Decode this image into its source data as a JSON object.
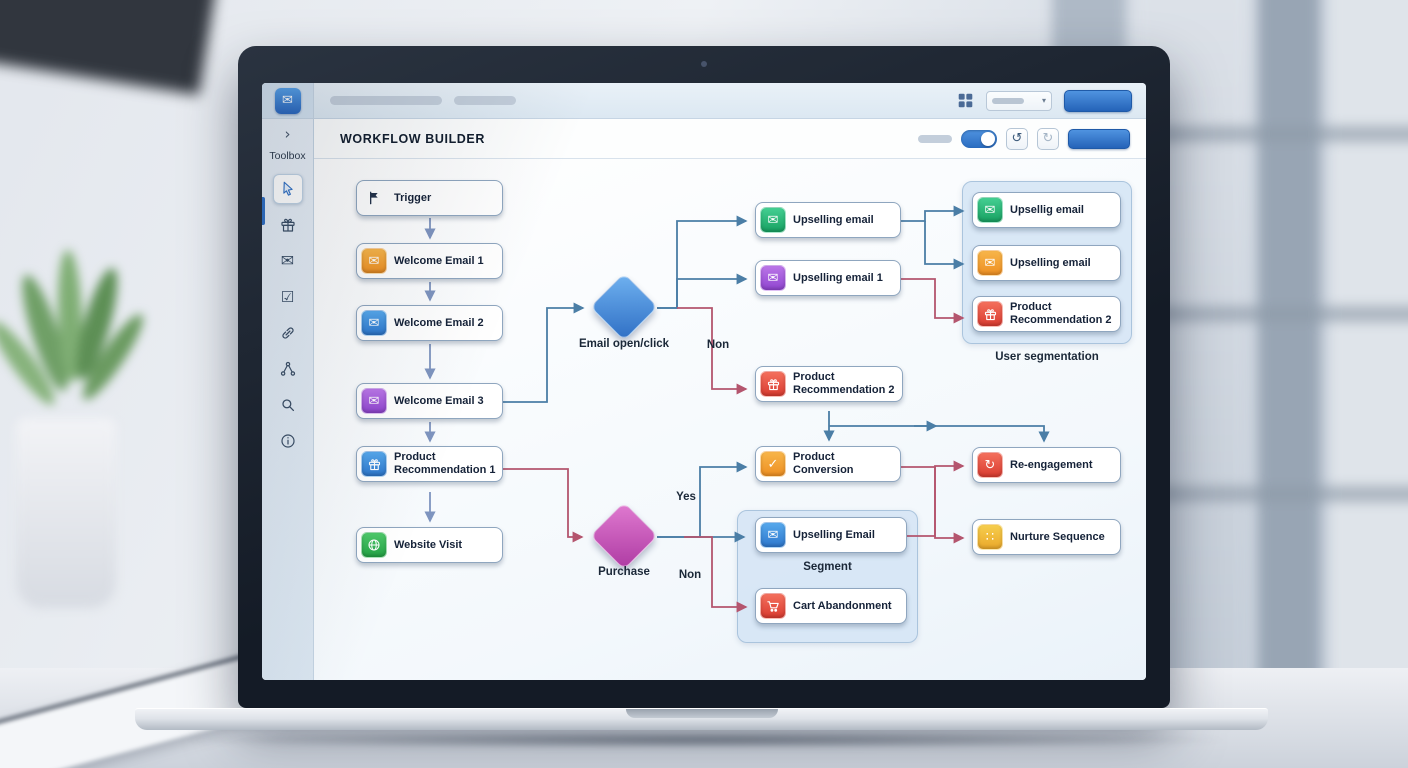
{
  "colors": {
    "accent_blue": "#2f6fc4",
    "edge_blue": "#4b7ea6",
    "edge_red": "#b4556e",
    "chain_arrow": "#7e94bf"
  },
  "appbar": {
    "logo_icon": "envelope-icon",
    "apps_icon": "apps-grid-icon",
    "dropdown_chevron": "▾",
    "primary_button_label": ""
  },
  "sidebar": {
    "collapse_glyph": "›",
    "title": "Toolbox",
    "tools": [
      {
        "icon": "cursor-icon",
        "active": true
      },
      {
        "icon": "gift-icon"
      },
      {
        "icon": "envelope-icon",
        "glyph": "✉"
      },
      {
        "icon": "checkbox-icon",
        "glyph": "☑"
      },
      {
        "icon": "link-icon"
      },
      {
        "icon": "share-icon"
      },
      {
        "icon": "search-icon"
      },
      {
        "icon": "info-icon"
      }
    ]
  },
  "header": {
    "title": "WORKFLOW BUILDER",
    "undo_glyph": "↺",
    "redo_glyph": "↻",
    "toggle_on": true,
    "primary_button_label": ""
  },
  "flow": {
    "nodes": [
      {
        "label": "Trigger",
        "icon": "flag-icon",
        "color": "none"
      },
      {
        "label": "Welcome Email 1",
        "icon": "envelope-icon",
        "color": "orange",
        "glyph": "✉"
      },
      {
        "label": "Welcome Email 2",
        "icon": "envelope-icon",
        "color": "blue",
        "glyph": "✉"
      },
      {
        "label": "Welcome Email 3",
        "icon": "envelope-icon",
        "color": "purple",
        "glyph": "✉"
      },
      {
        "label": "Product Recommendation 1",
        "icon": "gift-icon",
        "color": "blue"
      },
      {
        "label": "Website Visit",
        "icon": "globe-icon",
        "color": "green"
      },
      {
        "label": "Upselling email",
        "icon": "envelope-icon",
        "color": "teal",
        "glyph": "✉"
      },
      {
        "label": "Upselling email 1",
        "icon": "envelope-icon",
        "color": "purple",
        "glyph": "✉"
      },
      {
        "label": "Product Recommendation 2",
        "icon": "gift-icon",
        "color": "red"
      },
      {
        "label": "Upsellig email",
        "icon": "envelope-icon",
        "color": "teal",
        "glyph": "✉"
      },
      {
        "label": "Upselling email",
        "icon": "envelope-icon",
        "color": "orange",
        "glyph": "✉"
      },
      {
        "label": "Product Recommendation 2",
        "icon": "gift-icon",
        "color": "red"
      },
      {
        "label": "Product Conversion",
        "icon": "check-icon",
        "color": "orange",
        "glyph": "✓"
      },
      {
        "label": "Re-engagement",
        "icon": "refresh-icon",
        "color": "red",
        "glyph": "↻"
      },
      {
        "label": "Nurture Sequence",
        "icon": "dots-icon",
        "color": "yellow",
        "glyph": "∷"
      },
      {
        "label": "Upselling Email",
        "icon": "envelope-icon",
        "color": "blue",
        "glyph": "✉"
      },
      {
        "label": "Cart Abandonment",
        "icon": "cart-icon",
        "color": "red"
      }
    ],
    "decisions": [
      {
        "label": "Email open/click",
        "color": "blue"
      },
      {
        "label": "Purchase",
        "color": "pink"
      }
    ],
    "edge_labels": {
      "non_top": "Non",
      "yes": "Yes",
      "non_bottom": "Non"
    },
    "groups": [
      {
        "label": "User segmentation"
      },
      {
        "label": "Segment"
      }
    ]
  }
}
